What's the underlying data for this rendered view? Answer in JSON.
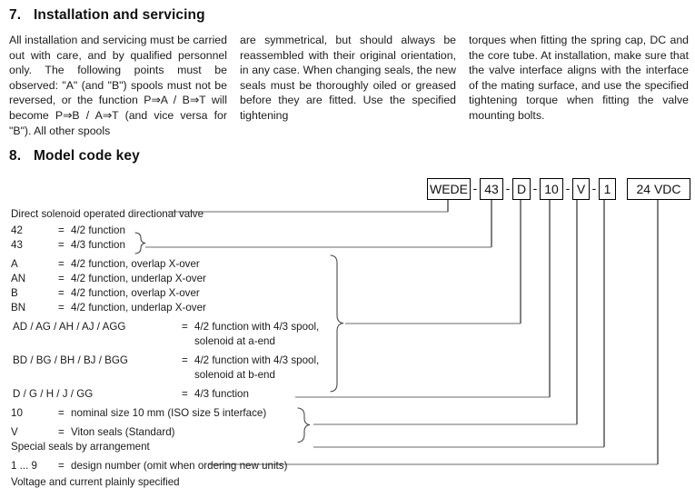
{
  "sections": {
    "installation": {
      "number": "7.",
      "title": "Installation and servicing",
      "columns": [
        "All installation and servicing  must be carried out with care, and by qualified personnel only. The following points must be observed: \"A\" (and \"B\") spools must not be reversed, or the function P⇒A / B⇒T will become P⇒B / A⇒T (and vice versa for \"B\"). All other spools",
        "are symmetrical, but should always be reassembled with their original orientation, in any case. When changing seals, the new seals must be thoroughly oiled or greased before they are fitted. Use the specified tightening",
        "torques when fitting the spring cap, DC and the core tube. At installation, make sure that the valve interface aligns with the interface of the mating surface, and use the specified tightening torque when fitting the valve mounting bolts."
      ]
    },
    "model_code": {
      "number": "8.",
      "title": "Model code key",
      "boxes": [
        {
          "label": "WEDE"
        },
        {
          "label": "43"
        },
        {
          "label": "D"
        },
        {
          "label": "10"
        },
        {
          "label": "V"
        },
        {
          "label": "1"
        },
        {
          "label": "24 VDC"
        }
      ],
      "separators": [
        "-",
        "-",
        "-",
        "-",
        "-"
      ],
      "legend": [
        {
          "code": "",
          "eq": "",
          "desc": "Direct solenoid operated directional valve"
        },
        {
          "code": "42",
          "eq": "=",
          "desc": "4/2 function"
        },
        {
          "code": "43",
          "eq": "=",
          "desc": "4/3 function"
        },
        {
          "code": "A",
          "eq": "=",
          "desc": "4/2 function, overlap X-over"
        },
        {
          "code": "AN",
          "eq": "=",
          "desc": "4/2 function, underlap X-over"
        },
        {
          "code": "B",
          "eq": "=",
          "desc": "4/2 function, overlap X-over"
        },
        {
          "code": "BN",
          "eq": "=",
          "desc": "4/2 function, underlap X-over"
        },
        {
          "code": "AD / AG / AH / AJ / AGG",
          "eq": "=",
          "desc": "4/2 function with 4/3 spool,",
          "cont": "solenoid at a-end"
        },
        {
          "code": "BD / BG / BH / BJ / BGG",
          "eq": "=",
          "desc": "4/2 function with 4/3 spool,",
          "cont": "solenoid at b-end"
        },
        {
          "code": "D / G / H / J / GG",
          "eq": "=",
          "desc": "4/3 function"
        },
        {
          "code": "10",
          "eq": "=",
          "desc": "nominal size 10 mm (ISO size 5 interface)"
        },
        {
          "code": "V",
          "eq": "=",
          "desc": "Viton seals (Standard)"
        },
        {
          "code": "",
          "eq": "",
          "desc": "Special seals by arrangement"
        },
        {
          "code": "1 ... 9",
          "eq": "=",
          "desc": "design number (omit when ordering new units)"
        },
        {
          "code": "",
          "eq": "",
          "desc": "Voltage and current plainly specified"
        }
      ]
    }
  },
  "colors": {
    "text": "#1b1b1b",
    "line": "#000000",
    "background": "#ffffff"
  }
}
